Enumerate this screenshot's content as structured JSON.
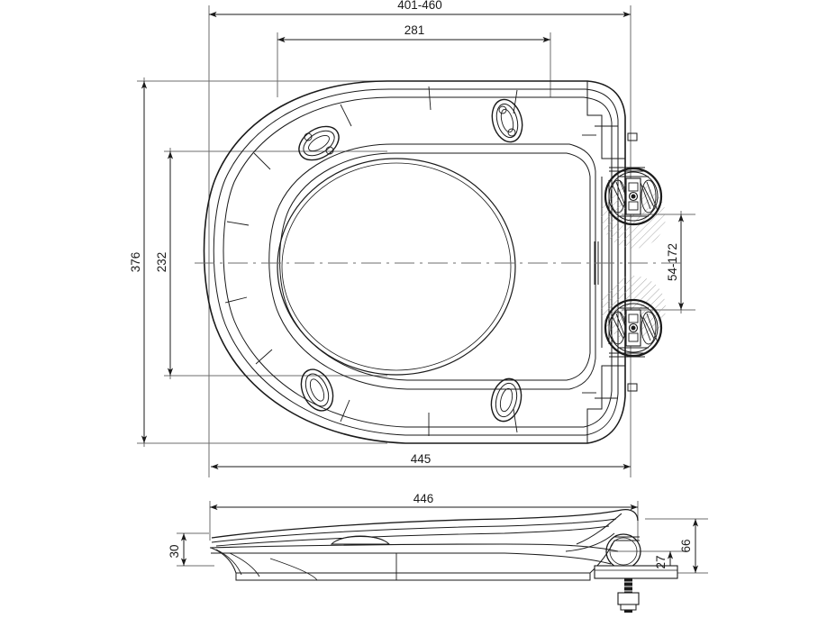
{
  "drawing": {
    "type": "engineering-dimensioned-drawing",
    "subject": "toilet seat",
    "units": "mm",
    "line_color": "#1a1a1a",
    "dim_line_color": "#6e6e6e",
    "background": "#ffffff",
    "views": [
      {
        "name": "plan-view",
        "label": ""
      },
      {
        "name": "side-view",
        "label": ""
      }
    ]
  },
  "dimensions": {
    "plan": {
      "overall_width_range": "401-460",
      "bolt_spacing": "281",
      "overall_height": "376",
      "inner_height": "232",
      "hinge_spacing_range": "54-172",
      "overall_length": "445"
    },
    "side": {
      "overall_length": "446",
      "front_thickness": "30",
      "hinge_height": "66",
      "bolt_plate_height": "27"
    }
  },
  "labels": {
    "top_outer": "401-460",
    "top_inner": "281",
    "left_outer": "376",
    "left_inner": "232",
    "right_outer": "54-172",
    "bottom_plan": "445",
    "bottom_side": "446",
    "side_left": "30",
    "side_right_outer": "66",
    "side_right_inner": "27"
  },
  "features": {
    "bumper_pads": 4,
    "hinges": 2,
    "mounting_bolts": 1,
    "hinge_hatching": "diagonal-45"
  }
}
